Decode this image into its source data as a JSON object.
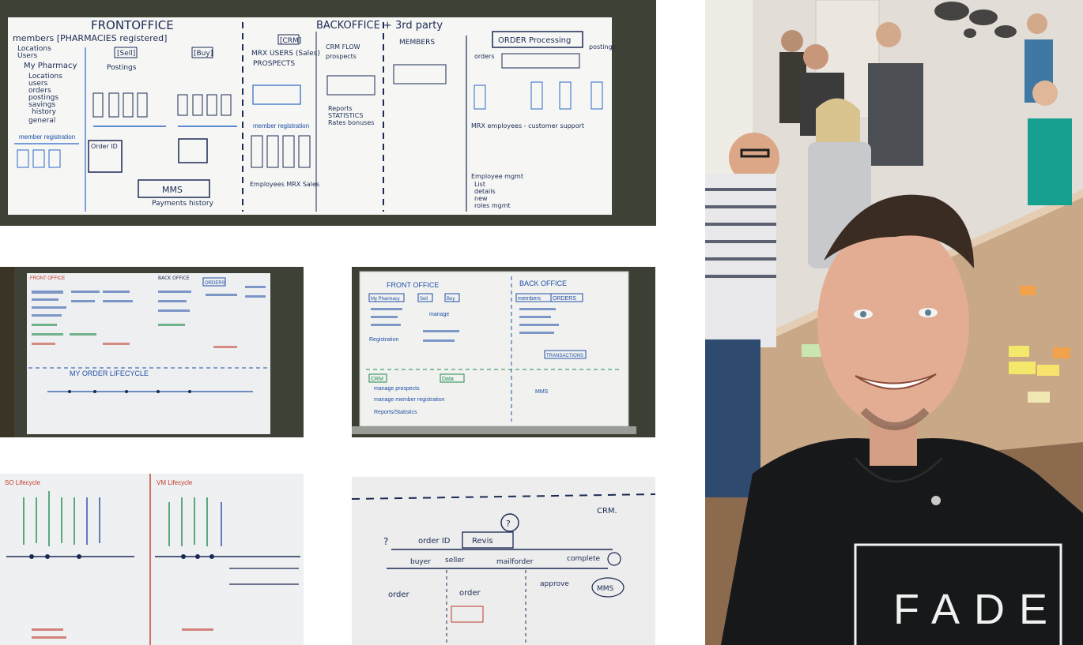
{
  "board_main": {
    "front_heading": "FRONTOFFICE",
    "back_heading": "BACKOFFICE + 3rd party",
    "members_line": "members [PHARMACIES registered]",
    "locations": "Locations",
    "users": "Users",
    "my_pharmacy": "My Pharmacy",
    "mp_items": [
      "Locations",
      "users",
      "orders",
      "postings",
      "savings",
      "history",
      "general"
    ],
    "sell": "[Sell]",
    "buy": "[Buy]",
    "postings": "Postings",
    "member_registration": "member registration",
    "order_id": "Order ID",
    "mms": "MMS",
    "payments_history": "Payments history",
    "crm": "[CRM]",
    "mrx_users": "MRX USERS (Sales)",
    "prospects": "PROSPECTS",
    "crm_flow": "CRM FLOW",
    "crm_flow_prospects": "prospects",
    "reports": "Reports",
    "statistics": "STATISTICS",
    "rates_bonuses": "Rates bonuses",
    "employees_mrx_sales": "Employees MRX Sales",
    "members": "MEMBERS",
    "order_processing": "ORDER Processing",
    "orders": "orders",
    "postings_r": "postings",
    "mrx_employees_support": "MRX employees - customer support",
    "employee_mgmt": "Employee mgmt",
    "list": "List",
    "details": "details",
    "new": "new",
    "roles_mgmt": "roles mgmt"
  },
  "board_mid_left": {
    "front": "FRONT OFFICE",
    "back": "BACK OFFICE",
    "orders": "ORDERS",
    "lifecycle": "MY ORDER LIFECYCLE"
  },
  "board_mid_right": {
    "front": "FRONT OFFICE",
    "back": "BACK OFFICE",
    "my_pharmacy": "My Pharmacy",
    "sell": "Sell",
    "buy": "Buy",
    "members": "members",
    "orders": "ORDERS",
    "manage": "manage",
    "registration": "Registration",
    "transactions": "TRANSACTIONS",
    "crm": "CRM",
    "manage_prospects": "manage prospects",
    "manage_member_registration": "manage member registration",
    "reports_statistics": "Reports/Statistics",
    "mms": "MMS",
    "data": "Data"
  },
  "board_bottom_left": {
    "so_lifecycle": "SO Lifecycle",
    "vm_lifecycle": "VM Lifecycle"
  },
  "board_bottom_right": {
    "crm": "CRM.",
    "order_id": "order ID",
    "revis": "Revis",
    "buyer": "buyer",
    "seller": "seller",
    "mailforder": "mailforder",
    "complete": "complete",
    "order": "order",
    "order2": "order",
    "approve": "approve",
    "mms": "MMS",
    "question": "?"
  },
  "selfie": {
    "shirt_text": "FADE"
  }
}
